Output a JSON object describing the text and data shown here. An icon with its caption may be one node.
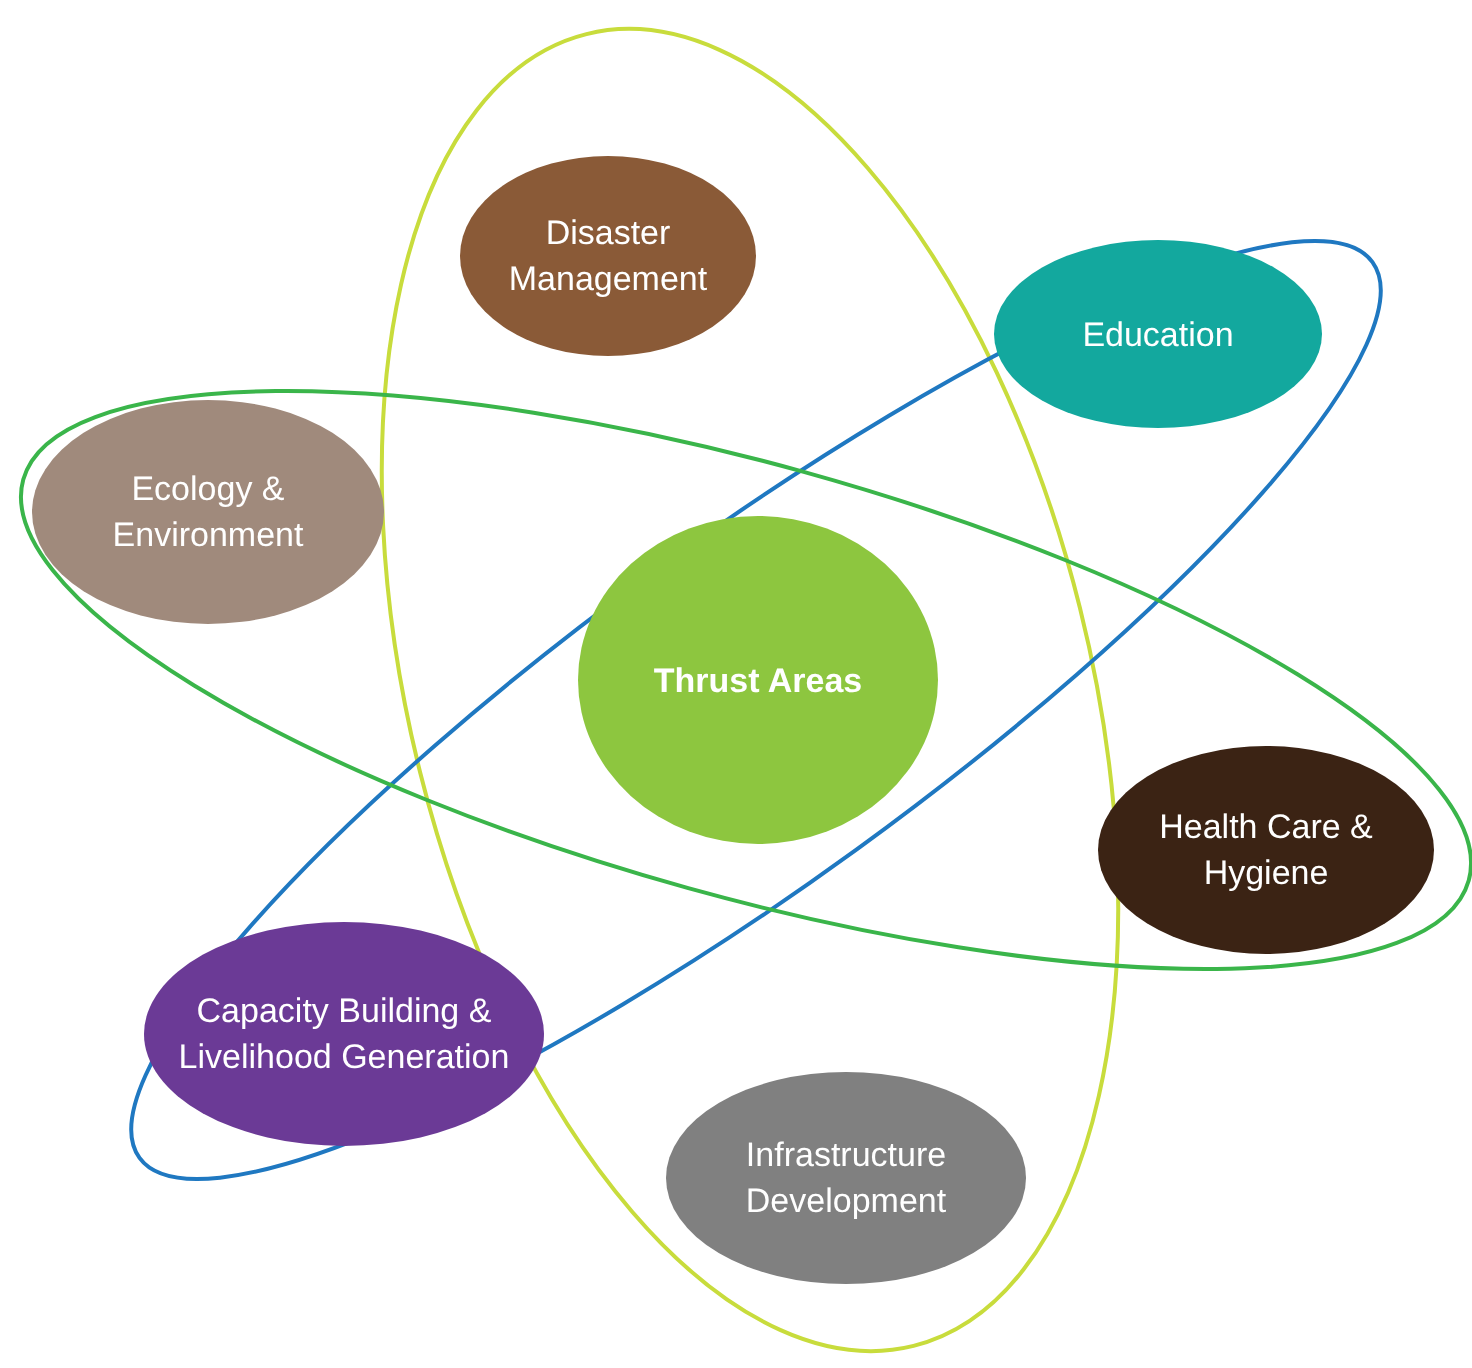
{
  "diagram": {
    "nodes": [
      {
        "text": [
          "Disaster Management"
        ]
      },
      {
        "text": [
          "Education"
        ]
      },
      {
        "text": [
          "Ecology & Environment"
        ]
      },
      {
        "text": [
          "Thrust Areas"
        ]
      },
      {
        "text": [
          "Health Care & Hygiene"
        ]
      },
      {
        "text": [
          "Capacity Building & Livelihood Generation"
        ]
      },
      {
        "text": [
          "Infrastructure Development"
        ]
      }
    ]
  }
}
